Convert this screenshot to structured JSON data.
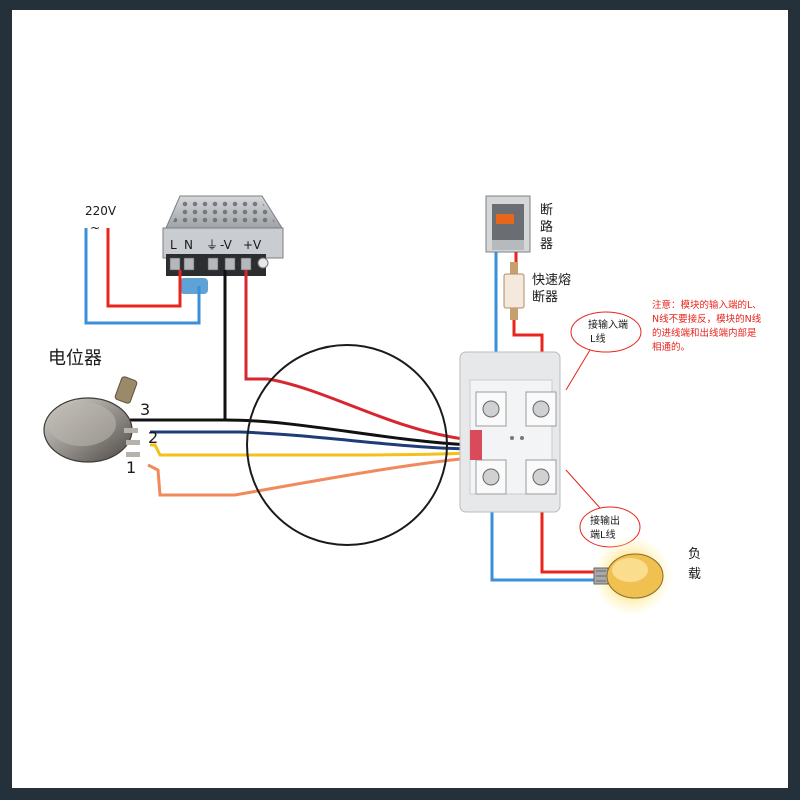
{
  "power_supply": {
    "input_label": "220V",
    "ac_symbol": "~",
    "terminals": [
      "L",
      "N",
      "⏚",
      "-V",
      "+V"
    ]
  },
  "potentiometer": {
    "title": "电位器",
    "pins": [
      "3",
      "2",
      "1"
    ]
  },
  "breaker": {
    "label": [
      "断",
      "路",
      "器"
    ]
  },
  "fuse": {
    "label": [
      "快速熔",
      "断器"
    ]
  },
  "callout_input": {
    "lines": [
      "接输入端",
      "L线"
    ]
  },
  "callout_output": {
    "lines": [
      "接输出",
      "端L线"
    ]
  },
  "load": {
    "label": [
      "负",
      "载"
    ]
  },
  "note": {
    "lines": [
      "注意：模块的输入端的L、",
      "N线不要接反，模块的N线",
      "的进线端和出线端内部是",
      "相通的。"
    ]
  },
  "colors": {
    "live_wire": "#e8241c",
    "neutral_wire": "#3a8fd8",
    "control_black": "#111111",
    "control_red": "#d8262e",
    "control_blue": "#1d3c78",
    "control_yellow": "#f2c21b",
    "control_orange": "#f08a5d",
    "note_text": "#e8241c"
  },
  "icons": [
    "power-supply-icon",
    "potentiometer-icon",
    "breaker-icon",
    "fuse-icon",
    "ssr-module-icon",
    "bulb-icon"
  ]
}
